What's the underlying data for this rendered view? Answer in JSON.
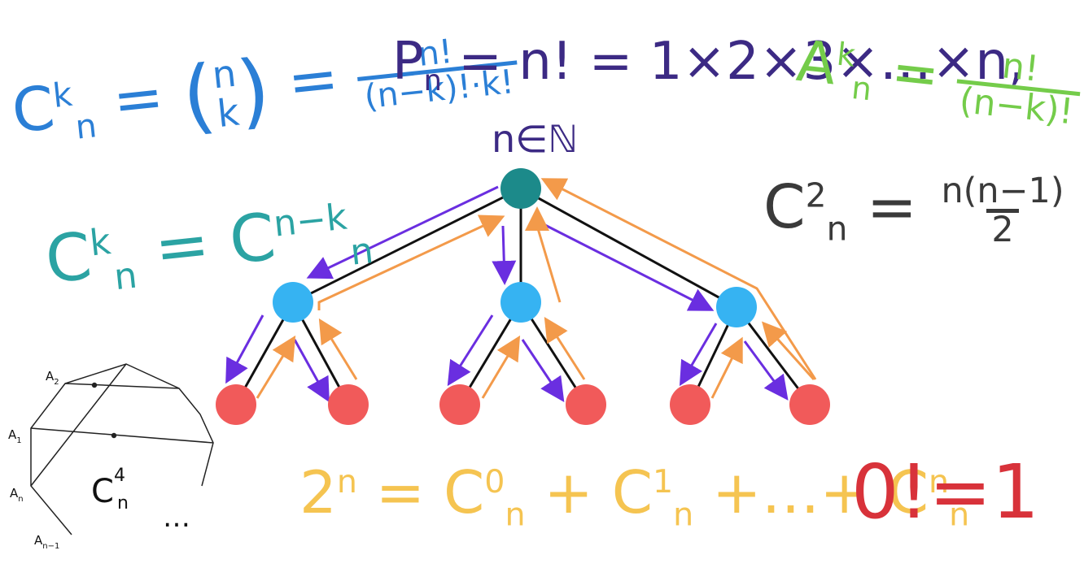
{
  "formulas": {
    "combination": {
      "c": "C",
      "k": "k",
      "n": "n",
      "eq1": "=",
      "binom_top": "n",
      "binom_bottom": "k",
      "eq2": "=",
      "num": "n!",
      "den": "(n−k)!·k!"
    },
    "permutation": {
      "p": "P",
      "n": "n",
      "rhs": "= n! = 1×2×3×…×n,",
      "cond": "n∈ℕ"
    },
    "arrangement": {
      "a": "A",
      "k": "k",
      "n": "n",
      "eq": "=",
      "num": "n!",
      "den": "(n−k)!"
    },
    "c2": {
      "c": "C",
      "sup": "2",
      "n": "n",
      "eq": "=",
      "num": "n(n−1)",
      "den": "2"
    },
    "symmetry": {
      "c": "C",
      "k": "k",
      "n": "n",
      "eq": "=",
      "c2": "C",
      "sup2": "n−k",
      "n2": "n"
    },
    "sum": {
      "base": "2",
      "exp": "n",
      "eq": "=",
      "t1": "C",
      "t1sup": "0",
      "t1sub": "n",
      "plus1": "+",
      "t2": "C",
      "t2sup": "1",
      "t2sub": "n",
      "plus2": "+…+",
      "t3": "C",
      "t3sup": "n",
      "t3sub": "n"
    },
    "zero_factorial": "0!=1"
  },
  "polygon": {
    "labels": {
      "a2": "A",
      "a2s": "2",
      "a1": "A",
      "a1s": "1",
      "an": "A",
      "ans": "n",
      "an1": "A",
      "an1s": "n−1"
    },
    "center_c": "C",
    "center_sup": "4",
    "center_sub": "n",
    "ellipsis": "…"
  },
  "colors": {
    "root": "#1c8a8a",
    "level1": "#36b3f2",
    "level2": "#f15a5a",
    "edge": "#111111",
    "down_arrow": "#6a2ee0",
    "up_arrow": "#f39a4a"
  }
}
